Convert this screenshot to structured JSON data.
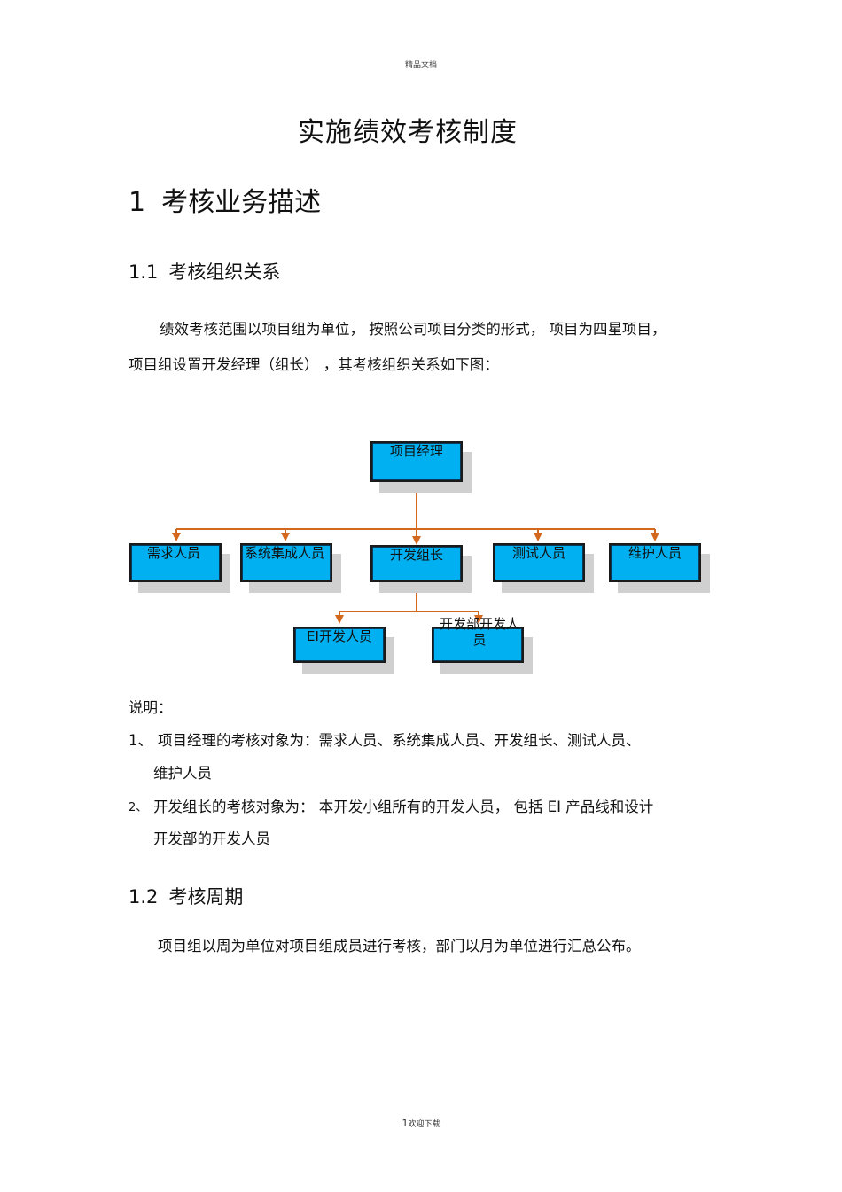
{
  "header": "精品文档",
  "title": "实施绩效考核制度",
  "section1": {
    "num": "1",
    "title": "考核业务描述"
  },
  "section11": {
    "num": "1.1",
    "title": "考核组织关系"
  },
  "intro_line1": "绩效考核范围以项目组为单位，   按照公司项目分类的形式，   项目为四星项目，",
  "intro_line2": "项目组设置开发经理（组长）  ，其考核组织关系如下图：",
  "org_chart": {
    "root": "项目经理",
    "level2": [
      "需求人员",
      "系统集成人员",
      "开发组长",
      "测试人员",
      "维护人员"
    ],
    "level3": [
      "EI开发人员",
      "开发部开发人员"
    ]
  },
  "notes": {
    "label": "说明：",
    "item1_num": "1、",
    "item1_line1": "项目经理的考核对象为：需求人员、系统集成人员、开发组长、测试人员、",
    "item1_line2": "维护人员",
    "item2_num": "2、",
    "item2_line1": "开发组长的考核对象为：   本开发小组所有的开发人员，    包括  EI  产品线和设计",
    "item2_line2": "开发部的开发人员"
  },
  "section12": {
    "num": "1.2",
    "title": "考核周期"
  },
  "cycle_text": "项目组以周为单位对项目组成员进行考核，部门以月为单位进行汇总公布。",
  "footer": {
    "page": "1",
    "text": "欢迎下载"
  },
  "colors": {
    "box_fill": "#00b0f0",
    "connector": "#d2691e",
    "shadow": "#d0d0d0"
  }
}
